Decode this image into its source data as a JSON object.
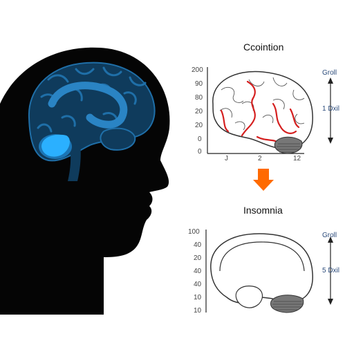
{
  "panel_top": {
    "title": "Ccointion",
    "y_ticks": [
      "200",
      "90",
      "80",
      "20",
      "20",
      "0",
      "0"
    ],
    "x_ticks": [
      "J",
      "2",
      "12"
    ],
    "side_top": "Groll",
    "side_mid": "1 Dxil"
  },
  "panel_bottom": {
    "title": "Insomnia",
    "y_ticks": [
      "100",
      "40",
      "20",
      "40",
      "40",
      "10",
      "10"
    ],
    "side_top": "Groll",
    "side_mid": "5 Dxil"
  },
  "colors": {
    "silhouette": "#050505",
    "brain_dark": "#0f3b5c",
    "brain_light": "#2a84c4",
    "glow": "#27a6ff",
    "arrow": "#ff6a00",
    "vessel": "#d52020",
    "line": "#222222"
  }
}
